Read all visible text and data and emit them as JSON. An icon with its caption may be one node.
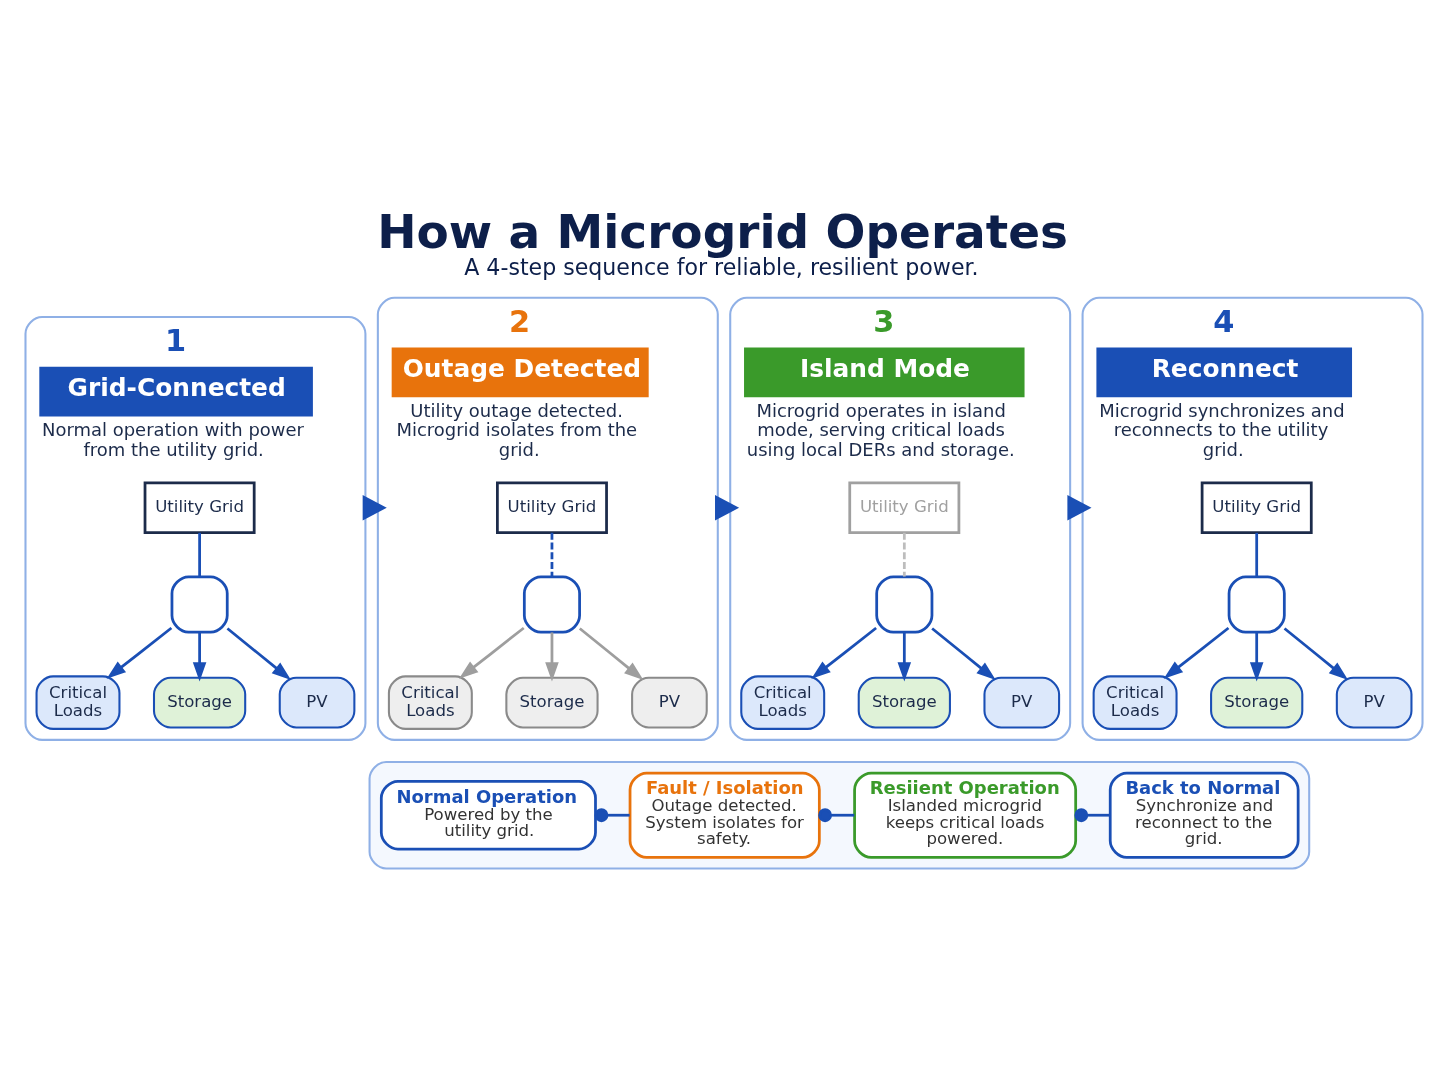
{
  "diagram": {
    "title": "How a Microgrid Operates",
    "caption": "A 4-step sequence for reliable, resilient power.",
    "nodes": [
      {
        "text": [
          "1",
          "Grid-Connected",
          "Normal operation with power from the utility grid."
        ]
      },
      {
        "text": [
          "Utility Grid"
        ],
        "in": 0
      },
      {
        "text": [],
        "shape": "box",
        "in": 0
      },
      {
        "text": [
          "Critical Loads"
        ],
        "in": 0
      },
      {
        "text": [
          "Storage"
        ],
        "in": 0
      },
      {
        "text": [
          "PV"
        ],
        "in": 0
      },
      {
        "text": [
          "2",
          "Outage Detected",
          "Utility outage detected. Microgrid isolates from the grid."
        ]
      },
      {
        "text": [
          "Utility Grid"
        ],
        "in": 6
      },
      {
        "text": [],
        "shape": "box",
        "in": 6
      },
      {
        "text": [
          "Critical Loads"
        ],
        "in": 6
      },
      {
        "text": [
          "Storage"
        ],
        "in": 6
      },
      {
        "text": [
          "PV"
        ],
        "in": 6
      },
      {
        "text": [
          "3",
          "Island Mode",
          "Microgrid operates in island mode, serving critical loads using local DERs and storage."
        ]
      },
      {
        "text": [
          "Utility Grid"
        ],
        "in": 12
      },
      {
        "text": [],
        "shape": "box",
        "in": 12
      },
      {
        "text": [
          "Critical Loads"
        ],
        "in": 12
      },
      {
        "text": [
          "Storage"
        ],
        "in": 12
      },
      {
        "text": [
          "PV"
        ],
        "in": 12
      },
      {
        "text": [
          "4",
          "Reconnect",
          "Microgrid synchronizes and reconnects to the utility grid."
        ]
      },
      {
        "text": [
          "Utility Grid"
        ],
        "in": 18
      },
      {
        "text": [],
        "shape": "box",
        "in": 18
      },
      {
        "text": [
          "Critical Loads"
        ],
        "in": 18
      },
      {
        "text": [
          "Storage"
        ],
        "in": 18
      },
      {
        "text": [
          "PV"
        ],
        "in": 18
      },
      {
        "text": [],
        "shape": "box"
      },
      {
        "text": [
          "Normal Operation",
          "Powered by the utility grid."
        ],
        "in": 24
      },
      {
        "text": [
          "Fault / Isolation",
          "Outage detected. System isolates for safety."
        ],
        "in": 24
      },
      {
        "text": [
          "Resiient Operation",
          "Islanded microgrid keeps critical loads powered."
        ],
        "in": 24
      },
      {
        "text": [
          "Back to Normal",
          "Synchronize and reconnect to the grid."
        ],
        "in": 24
      }
    ],
    "edges": [
      {
        "from": 1,
        "to": 2,
        "arrow": "none"
      },
      {
        "from": 2,
        "to": 3,
        "arrow": "to"
      },
      {
        "from": 2,
        "to": 4,
        "arrow": "to"
      },
      {
        "from": 2,
        "to": 5,
        "arrow": "to"
      },
      {
        "from": 7,
        "to": 8,
        "arrow": "none",
        "style": "dashed"
      },
      {
        "from": 8,
        "to": 9,
        "arrow": "to",
        "color": "#9e9e9e"
      },
      {
        "from": 8,
        "to": 10,
        "arrow": "to",
        "color": "#9e9e9e"
      },
      {
        "from": 8,
        "to": 11,
        "arrow": "to",
        "color": "#9e9e9e"
      },
      {
        "from": 13,
        "to": 14,
        "arrow": "none",
        "style": "dashed",
        "color": "#bdbdbd"
      },
      {
        "from": 14,
        "to": 15,
        "arrow": "to"
      },
      {
        "from": 14,
        "to": 16,
        "arrow": "to"
      },
      {
        "from": 14,
        "to": 17,
        "arrow": "to"
      },
      {
        "from": 19,
        "to": 20,
        "arrow": "none"
      },
      {
        "from": 20,
        "to": 21,
        "arrow": "to"
      },
      {
        "from": 20,
        "to": 22,
        "arrow": "to"
      },
      {
        "from": 20,
        "to": 23,
        "arrow": "to"
      },
      {
        "from": 0,
        "to": 6,
        "arrow": "to",
        "style": "thick"
      },
      {
        "from": 6,
        "to": 12,
        "arrow": "to",
        "style": "thick"
      },
      {
        "from": 12,
        "to": 18,
        "arrow": "to",
        "style": "thick"
      },
      {
        "from": 25,
        "to": 26,
        "arrow": "other"
      },
      {
        "from": 26,
        "to": 27,
        "arrow": "other"
      },
      {
        "from": 27,
        "to": 28,
        "arrow": "other"
      }
    ]
  }
}
